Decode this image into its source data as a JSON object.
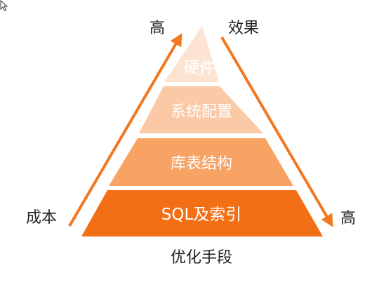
{
  "diagram": {
    "tiers": [
      {
        "label": "硬件",
        "color": "#fde3d2"
      },
      {
        "label": "系统配置",
        "color": "#fbc9a6"
      },
      {
        "label": "库表结构",
        "color": "#f8a264"
      },
      {
        "label": "SQL及索引",
        "color": "#f26f16"
      }
    ],
    "left_axis": {
      "top_label": "高",
      "bottom_label": "成本"
    },
    "right_axis": {
      "top_label": "效果",
      "bottom_label": "高"
    },
    "footer_label": "优化手段",
    "arrow_color": "#f2781f",
    "cursor_icon": "mouse-pointer-icon"
  }
}
